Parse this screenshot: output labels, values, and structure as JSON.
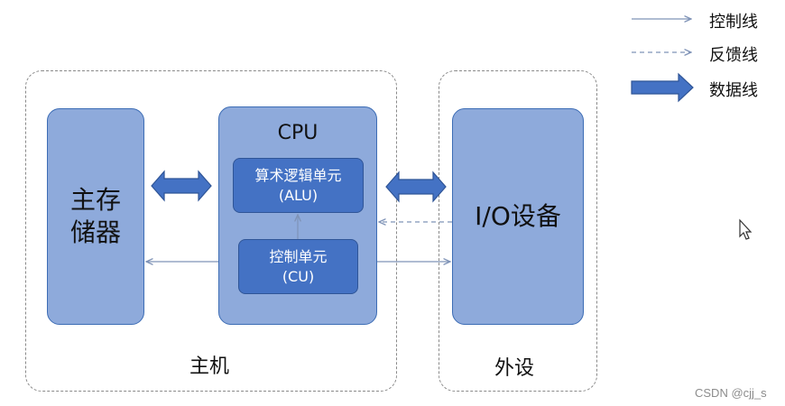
{
  "legend": {
    "control_line": "控制线",
    "feedback_line": "反馈线",
    "data_line": "数据线"
  },
  "host": {
    "label": "主机",
    "memory_line1": "主存",
    "memory_line2": "储器",
    "cpu_title": "CPU",
    "alu_line1": "算术逻辑单元",
    "alu_line2": "(ALU)",
    "cu_line1": "控制单元",
    "cu_line2": "(CU)"
  },
  "peripheral": {
    "label": "外设",
    "io_device": "I/O设备"
  },
  "watermark": "CSDN @cjj_s",
  "colors": {
    "block_fill": "#8eaadb",
    "unit_fill": "#4472c4",
    "arrow_fill": "#4472c4",
    "line": "#7f93b7"
  }
}
